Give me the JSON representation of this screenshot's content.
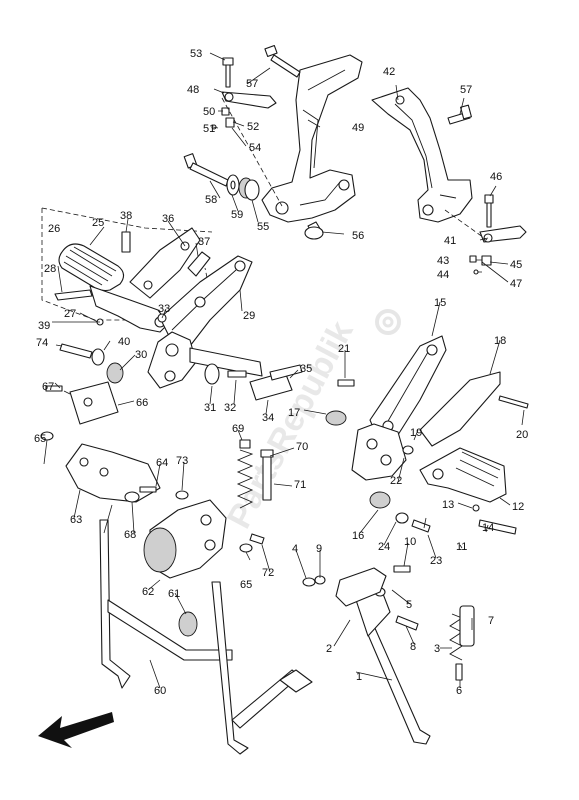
{
  "diagram": {
    "watermark": "PartsRepublik",
    "arrow_icon": "front-direction-arrow-icon",
    "callouts": [
      "1",
      "2",
      "3",
      "4",
      "5",
      "6",
      "7",
      "8",
      "9",
      "10",
      "11",
      "12",
      "13",
      "14",
      "15",
      "16",
      "17",
      "18",
      "19",
      "20",
      "21",
      "22",
      "23",
      "24",
      "25",
      "26",
      "27",
      "28",
      "29",
      "30",
      "31",
      "32",
      "33",
      "34",
      "35",
      "36",
      "37",
      "38",
      "39",
      "40",
      "41",
      "42",
      "43",
      "44",
      "45",
      "46",
      "47",
      "48",
      "49",
      "50",
      "51",
      "52",
      "53",
      "54",
      "55",
      "56",
      "57",
      "57",
      "58",
      "59",
      "60",
      "61",
      "62",
      "63",
      "64",
      "65",
      "65",
      "66",
      "67",
      "68",
      "69",
      "70",
      "71",
      "72",
      "73",
      "74"
    ]
  }
}
